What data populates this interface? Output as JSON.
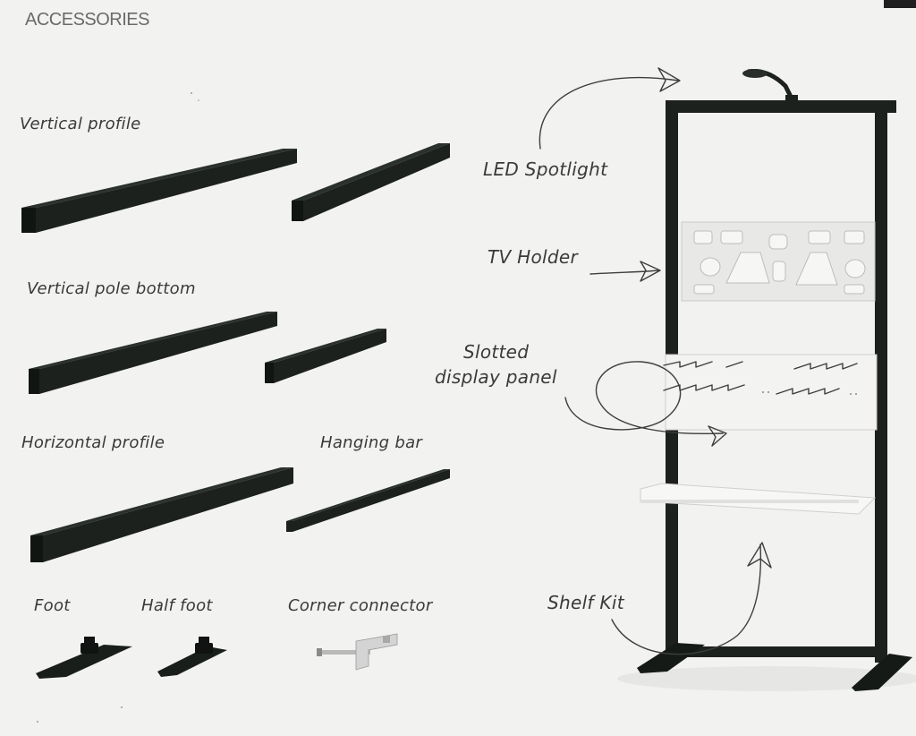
{
  "page": {
    "heading": "ACCESSORIES"
  },
  "accessories": {
    "vertical_profile": "Vertical profile",
    "vertical_pole_bottom": "Vertical pole bottom",
    "horizontal_profile": "Horizontal profile",
    "hanging_bar": "Hanging bar",
    "foot": "Foot",
    "half_foot": "Half foot",
    "corner_connector": "Corner connector"
  },
  "stand": {
    "led_spotlight": "LED Spotlight",
    "tv_holder": "TV Holder",
    "slotted_display_panel_line1": "Slotted",
    "slotted_display_panel_line2": "display panel",
    "shelf_kit": "Shelf Kit"
  },
  "colors": {
    "background": "#f2f2f0",
    "profile": "#1c211d",
    "panel": "#eeeeec",
    "ink": "#3a3a3a"
  }
}
